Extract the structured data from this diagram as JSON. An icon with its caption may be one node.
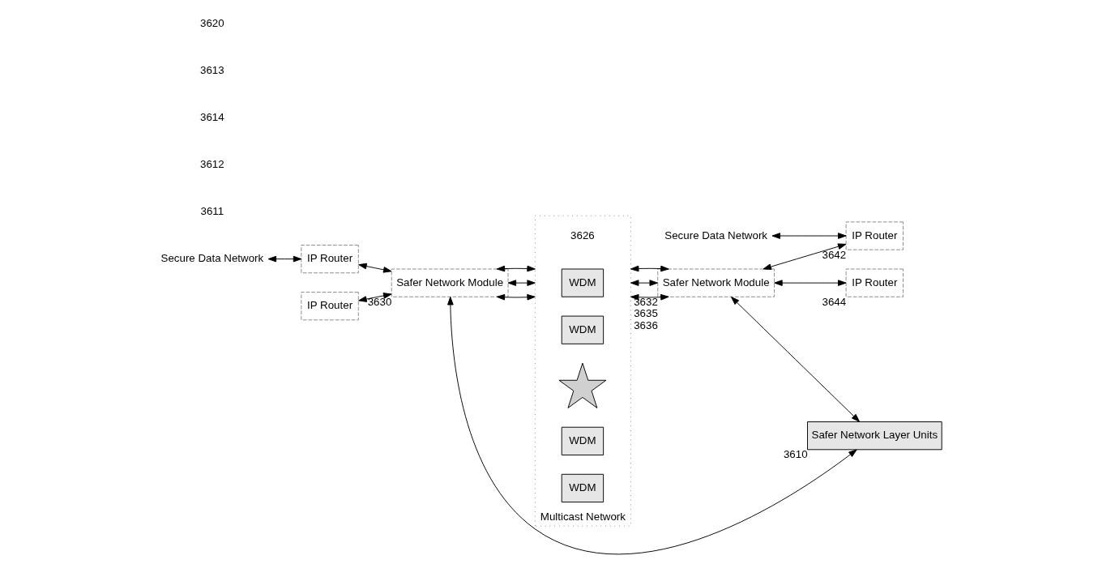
{
  "diagram": {
    "nodes": [
      {
        "text": [
          "Safer Network Layer Units"
        ],
        "beside": [
          "3610"
        ]
      },
      {
        "text": [
          "Secure Data Network"
        ]
      },
      {
        "text": [
          "IP Router"
        ]
      },
      {
        "text": [
          "IP Router"
        ]
      },
      {
        "text": [
          "Safer Network Module"
        ],
        "beside": [
          "3630"
        ]
      },
      {
        "text": [
          "Multicast Network"
        ],
        "beside": [
          "3626"
        ]
      },
      {
        "text": [
          "WDM"
        ],
        "in": 5
      },
      {
        "text": [
          "WDM"
        ],
        "in": 5
      },
      {
        "text": [],
        "shape": "cross",
        "in": 5
      },
      {
        "text": [
          "WDM"
        ],
        "in": 5
      },
      {
        "text": [
          "WDM"
        ],
        "in": 5
      },
      {
        "text": [
          "Safer Network Module"
        ],
        "beside": [
          "3632",
          "3635",
          "3636"
        ]
      },
      {
        "text": [
          "Secure Data Network"
        ]
      },
      {
        "text": [
          "IP Router"
        ],
        "beside": [
          "3642"
        ]
      },
      {
        "text": [
          "IP Router"
        ],
        "beside": [
          "3644"
        ]
      }
    ],
    "edges": [
      {
        "from": 4,
        "to": 0,
        "arrow": "both"
      },
      {
        "from": 11,
        "to": 0,
        "arrow": "both"
      },
      {
        "from": 1,
        "to": 2,
        "arrow": "both"
      },
      {
        "from": 2,
        "to": 4,
        "arrow": "both"
      },
      {
        "from": 3,
        "to": 4,
        "arrow": "both"
      },
      {
        "from": 4,
        "to": 5,
        "arrow": "both"
      },
      {
        "from": 4,
        "to": 5,
        "arrow": "both"
      },
      {
        "from": 4,
        "to": 5,
        "arrow": "both"
      },
      {
        "from": 5,
        "to": 11,
        "arrow": "both"
      },
      {
        "from": 5,
        "to": 11,
        "arrow": "both"
      },
      {
        "from": 5,
        "to": 11,
        "arrow": "both"
      },
      {
        "from": 11,
        "to": 13,
        "arrow": "both"
      },
      {
        "from": 11,
        "to": 14,
        "arrow": "both"
      },
      {
        "from": 12,
        "to": 13,
        "arrow": "both"
      }
    ],
    "labels": [
      "3611",
      "3612",
      "3614",
      "3613",
      "3620"
    ]
  }
}
